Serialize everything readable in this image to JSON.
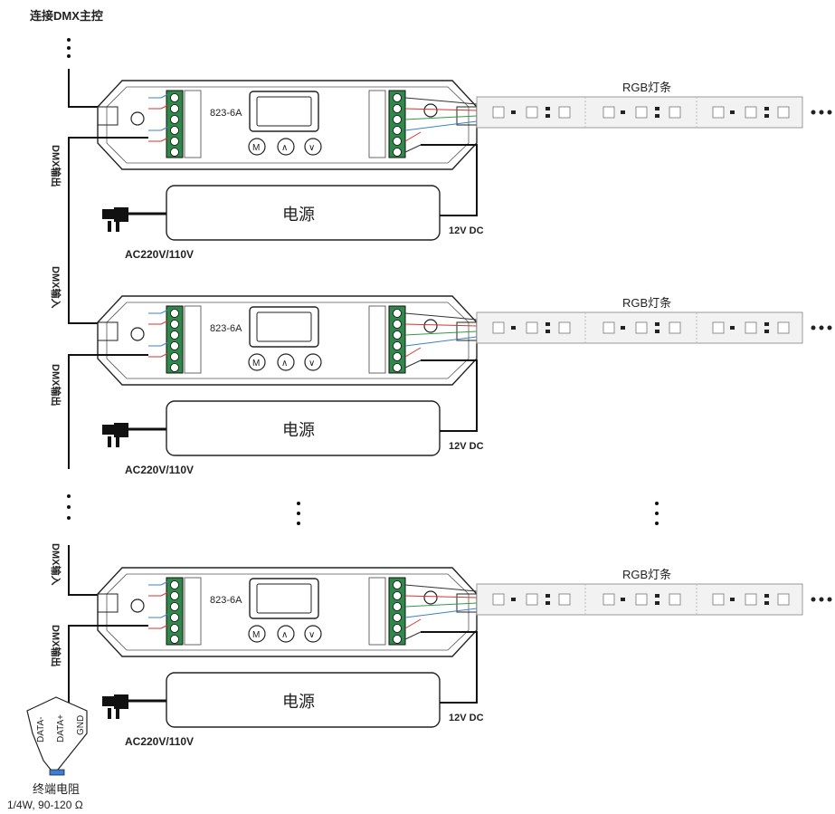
{
  "header": {
    "title": "连接DMX主控"
  },
  "units": [
    {
      "model": "823-6A",
      "buttons": [
        "M",
        "∧",
        "∨"
      ],
      "strip_label": "RGB灯条",
      "psu_label": "电源",
      "psu_input": "AC220V/110V",
      "psu_output": "12V DC",
      "dmx_side_label": "DMX输出"
    },
    {
      "model": "823-6A",
      "buttons": [
        "M",
        "∧",
        "∨"
      ],
      "strip_label": "RGB灯条",
      "psu_label": "电源",
      "psu_input": "AC220V/110V",
      "psu_output": "12V DC",
      "dmx_in_label": "DMX输入",
      "dmx_side_label": "DMX输出"
    },
    {
      "model": "823-6A",
      "buttons": [
        "M",
        "∧",
        "∨"
      ],
      "strip_label": "RGB灯条",
      "psu_label": "电源",
      "psu_input": "AC220V/110V",
      "psu_output": "12V DC",
      "dmx_in_label": "DMX输入",
      "dmx_side_label": "DMX输出"
    }
  ],
  "terminator": {
    "wires": [
      "DATA-",
      "DATA+",
      "GND"
    ],
    "label": "终端电阻",
    "spec": "1/4W, 90-120 Ω"
  },
  "colors": {
    "wire_red": "#d9322b",
    "wire_green": "#2e9b47",
    "wire_blue": "#3b7fd0",
    "terminal_green": "#1f7a3a"
  }
}
